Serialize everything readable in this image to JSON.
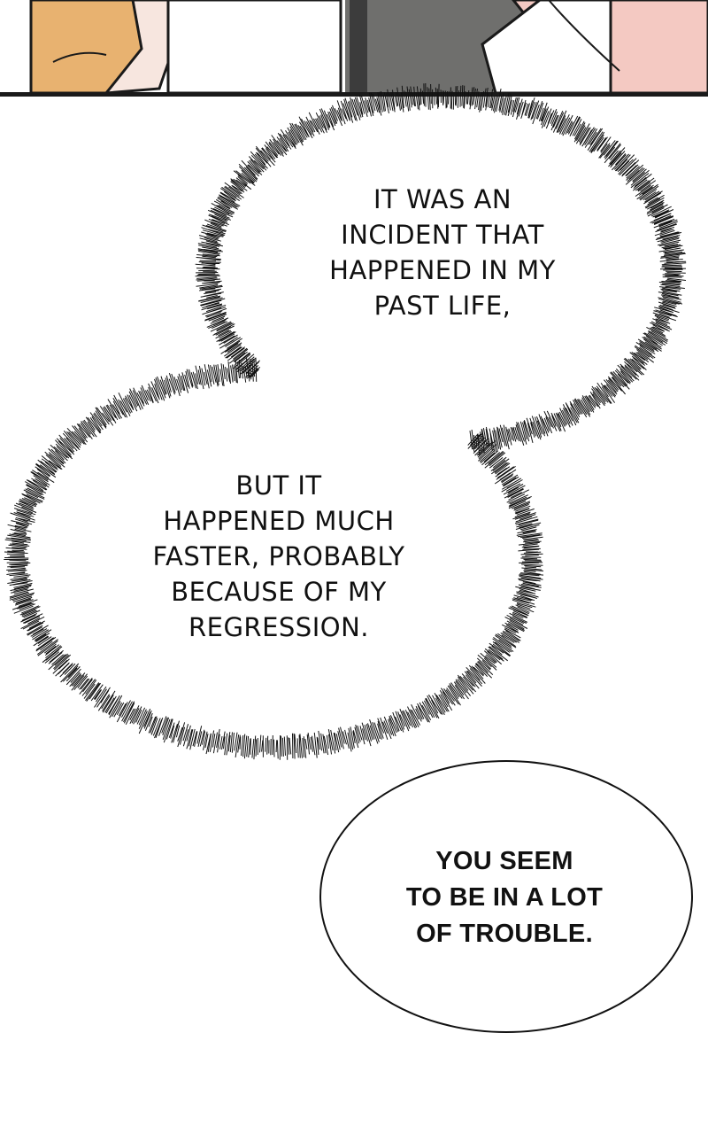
{
  "thought_bubble_1": {
    "lines": [
      "IT WAS AN",
      "INCIDENT THAT",
      "HAPPENED IN MY",
      "PAST LIFE,"
    ]
  },
  "thought_bubble_2": {
    "lines": [
      "BUT IT",
      "HAPPENED MUCH",
      "FASTER, PROBABLY",
      "BECAUSE OF MY",
      "REGRESSION."
    ]
  },
  "speech_bubble_1": {
    "lines": [
      "YOU SEEM",
      "TO BE IN A LOT",
      "OF TROUBLE."
    ]
  },
  "colors": {
    "background": "#ffffff",
    "ink": "#111111",
    "sleeve_orange": "#e8b270",
    "skin": "#f7e6df",
    "grey_wall": "#6f6f6d",
    "pink_cheek": "#f4c9c2"
  }
}
